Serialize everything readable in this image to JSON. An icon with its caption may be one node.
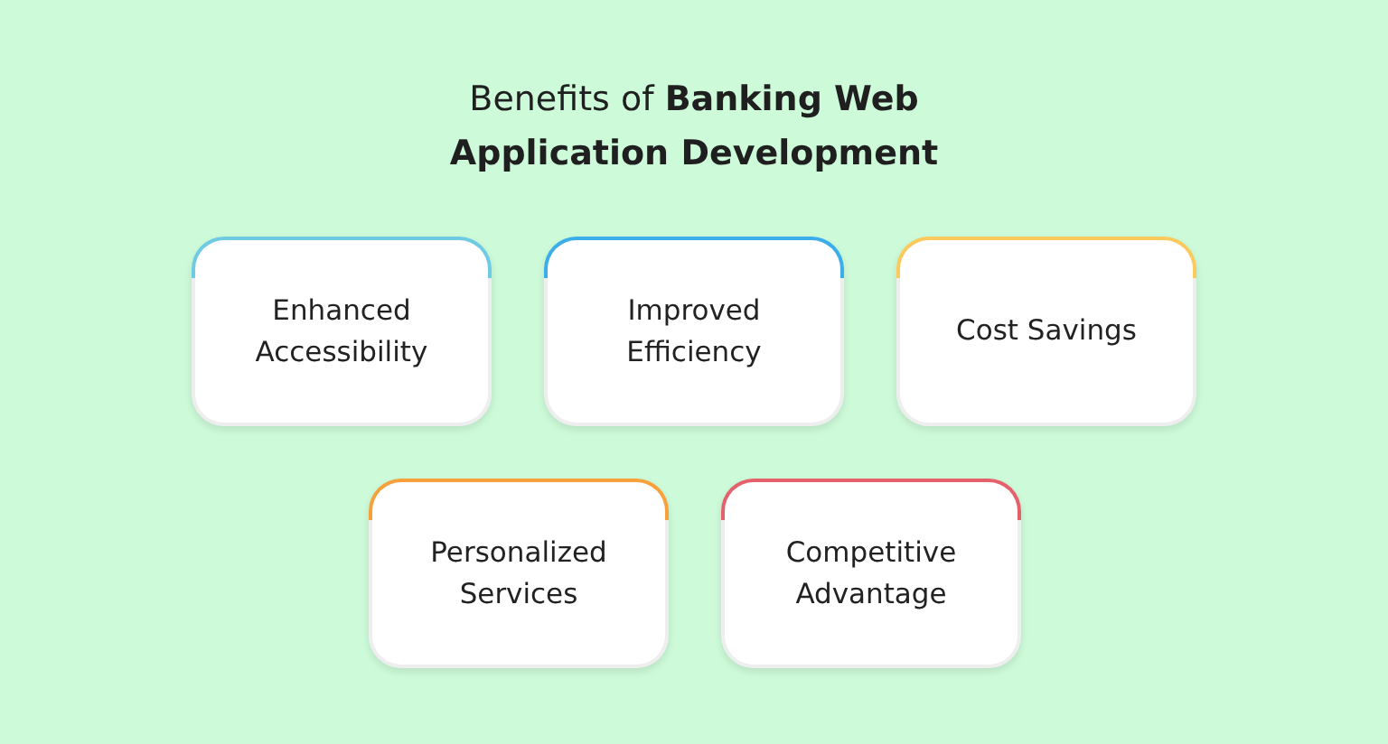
{
  "diagram": {
    "title": "Benefits of **Banking Web Application Development**",
    "nodes": [
      {
        "text": [
          "Enhanced Accessibility"
        ]
      },
      {
        "text": [
          "Improved Efficiency"
        ]
      },
      {
        "text": [
          "Cost Savings"
        ]
      },
      {
        "text": [
          "Personalized Services"
        ]
      },
      {
        "text": [
          "Competitive Advantage"
        ]
      }
    ]
  }
}
